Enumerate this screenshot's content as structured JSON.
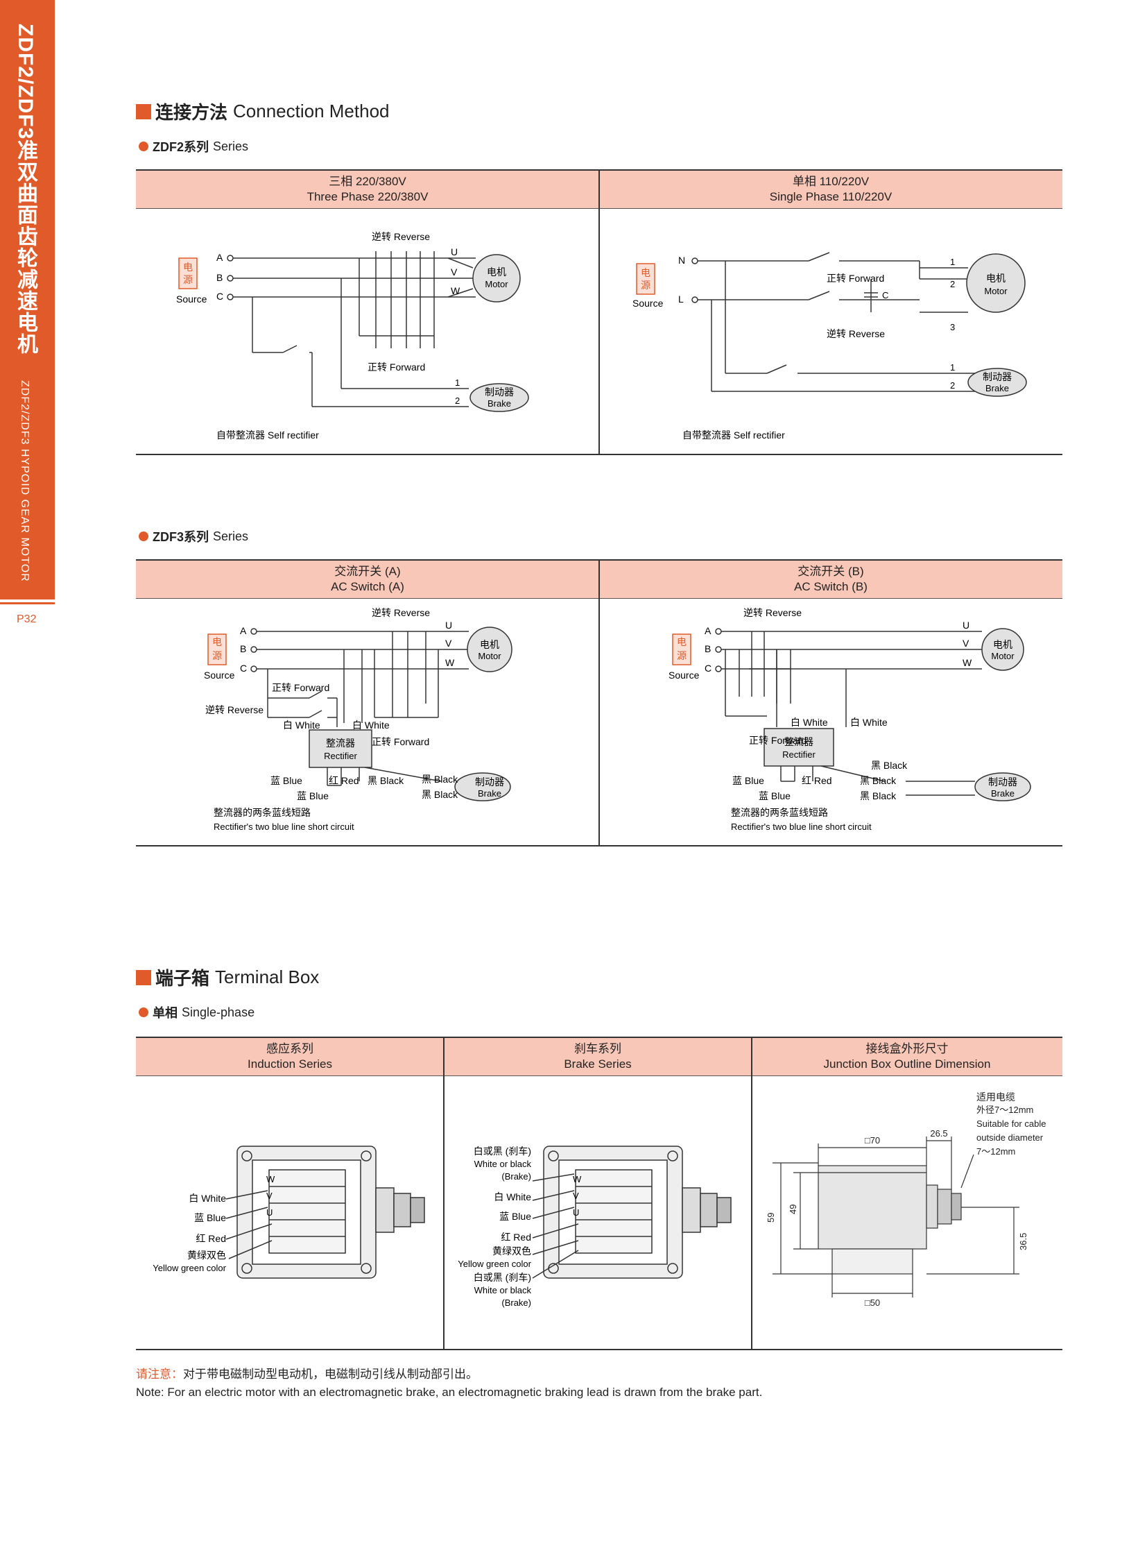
{
  "side": {
    "title": "ZDF2/ZDF3准双曲面齿轮减速电机",
    "subtitle": "ZDF2/ZDF3 HYPOID GEAR MOTOR",
    "page": "P32"
  },
  "connection": {
    "heading_cn": "连接方法",
    "heading_en": "Connection Method",
    "zdf2": {
      "label_cn": "ZDF2系列",
      "label_en": "Series",
      "left_head": [
        "三相 220/380V",
        "Three Phase 220/380V"
      ],
      "right_head": [
        "单相 110/220V",
        "Single Phase 110/220V"
      ],
      "three_phase": {
        "source_cn": [
          "电",
          "源"
        ],
        "source_en": "Source",
        "terminals": [
          "A",
          "B",
          "C"
        ],
        "uvw": [
          "U",
          "V",
          "W"
        ],
        "reverse": "逆转 Reverse",
        "forward": "正转 Forward",
        "motor_cn": "电机",
        "motor_en": "Motor",
        "brake_cn": "制动器",
        "brake_en": "Brake",
        "brake_nums": [
          "1",
          "2"
        ],
        "rectifier": "自带整流器 Self rectifier"
      },
      "single_phase": {
        "source_cn": [
          "电",
          "源"
        ],
        "source_en": "Source",
        "terminals": [
          "N",
          "L"
        ],
        "forward": "正转 Forward",
        "reverse": "逆转 Reverse",
        "cap": "C",
        "motor_nums": [
          "1",
          "2",
          "3"
        ],
        "motor_cn": "电机",
        "motor_en": "Motor",
        "brake_cn": "制动器",
        "brake_en": "Brake",
        "brake_nums": [
          "1",
          "2"
        ],
        "rectifier": "自带整流器 Self rectifier"
      }
    },
    "zdf3": {
      "label_cn": "ZDF3系列",
      "label_en": "Series",
      "left_head": [
        "交流开关 (A)",
        "AC Switch (A)"
      ],
      "right_head": [
        "交流开关 (B)",
        "AC Switch (B)"
      ],
      "a": {
        "source_cn": [
          "电",
          "源"
        ],
        "source_en": "Source",
        "terminals": [
          "A",
          "B",
          "C"
        ],
        "uvw": [
          "U",
          "V",
          "W"
        ],
        "reverse": "逆转 Reverse",
        "forward": "正转 Forward",
        "forward2": "正转 Forward",
        "reverse2": "逆转 Reverse",
        "white1": "白 White",
        "white2": "白 White",
        "rect_cn": "整流器",
        "rect_en": "Rectifier",
        "blue1": "蓝 Blue",
        "blue2": "蓝 Blue",
        "red": "红 Red",
        "black1": "黑 Black",
        "black2": "黑 Black",
        "black3": "黑 Black",
        "motor_cn": "电机",
        "motor_en": "Motor",
        "brake_cn": "制动器",
        "brake_en": "Brake",
        "note_cn": "整流器的两条蓝线短路",
        "note_en": "Rectifier's two blue line short circuit"
      },
      "b": {
        "source_cn": [
          "电",
          "源"
        ],
        "source_en": "Source",
        "terminals": [
          "A",
          "B",
          "C"
        ],
        "uvw": [
          "U",
          "V",
          "W"
        ],
        "reverse": "逆转 Reverse",
        "forward": "正转 Forward",
        "white1": "白 White",
        "white2": "白 White",
        "rect_cn": "整流器",
        "rect_en": "Rectifier",
        "blue1": "蓝 Blue",
        "blue2": "蓝 Blue",
        "red": "红 Red",
        "black1": "黑 Black",
        "black2": "黑 Black",
        "black3": "黑 Black",
        "motor_cn": "电机",
        "motor_en": "Motor",
        "brake_cn": "制动器",
        "brake_en": "Brake",
        "note_cn": "整流器的两条蓝线短路",
        "note_en": "Rectifier's two blue line short circuit"
      }
    }
  },
  "terminal": {
    "heading_cn": "端子箱",
    "heading_en": "Terminal Box",
    "sub_cn": "单相",
    "sub_en": "Single-phase",
    "col1": [
      "感应系列",
      "Induction Series"
    ],
    "col2": [
      "刹车系列",
      "Brake Series"
    ],
    "col3": [
      "接线盒外形尺寸",
      "Junction Box Outline Dimension"
    ],
    "induction": {
      "white": "白 White",
      "blue": "蓝 Blue",
      "red": "红 Red",
      "yg_cn": "黄绿双色",
      "yg_en": "Yellow green color",
      "w": "W",
      "v": "V",
      "u": "U"
    },
    "brake": {
      "wb_cn": "白或黑 (刹车)",
      "wb_en": "White or black",
      "wb_br": "(Brake)",
      "white": "白 White",
      "blue": "蓝 Blue",
      "red": "红 Red",
      "yg_cn": "黄绿双色",
      "yg_en": "Yellow green color",
      "wb2_cn": "白或黑 (刹车)",
      "wb2_en": "White or black",
      "wb2_br": "(Brake)",
      "w": "W",
      "v": "V",
      "u": "U"
    },
    "dims": {
      "sq70": "□70",
      "d265": "26.5",
      "d59": "59",
      "d49": "49",
      "d365": "36.5",
      "sq50": "□50",
      "cable": [
        "适用电缆",
        "外径7～12mm",
        "Suitable for cable",
        "outside diameter",
        "7～12mm"
      ]
    }
  },
  "note": {
    "cn_label": "请注意：",
    "cn": "对于带电磁制动型电动机，电磁制动引线从制动部引出。",
    "en": "Note: For an electric motor with an electromagnetic brake, an electromagnetic braking lead is drawn from the brake part."
  },
  "colors": {
    "accent": "#e05a2a",
    "header_fill": "#f9c7b8",
    "motor_fill": "#e2e2e2"
  }
}
